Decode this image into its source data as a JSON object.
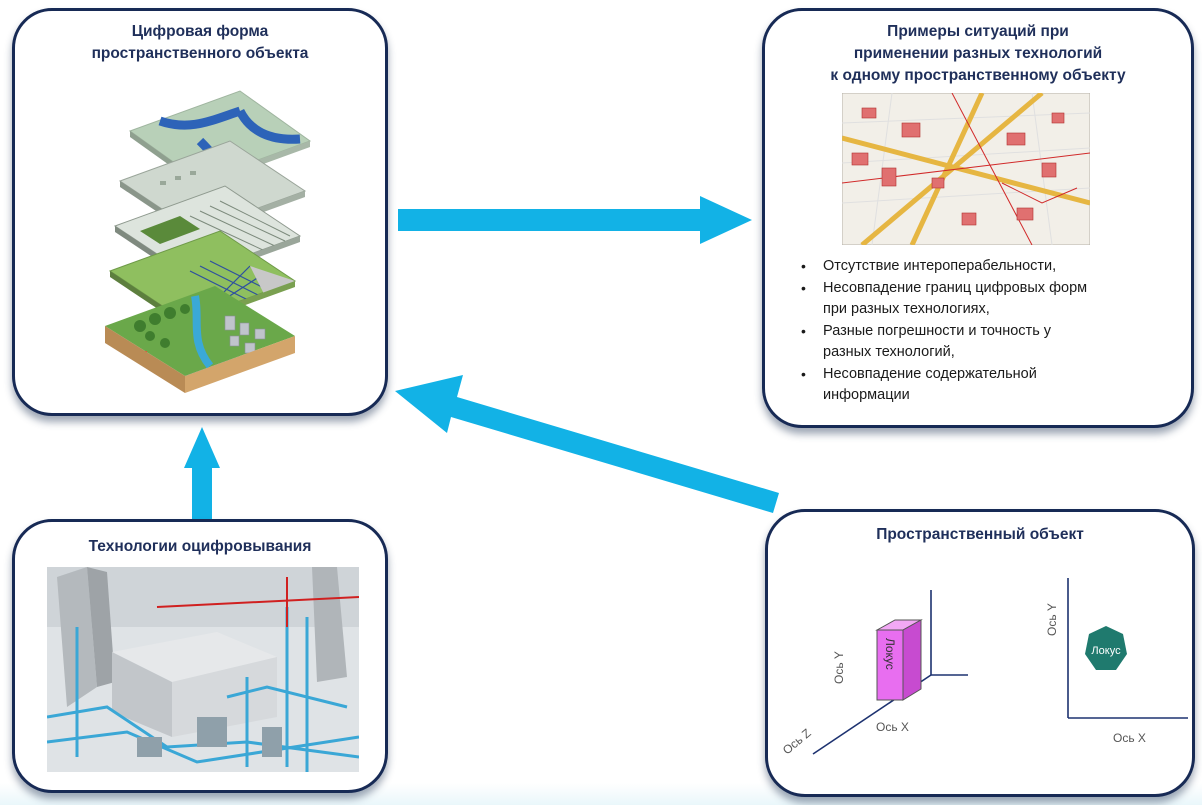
{
  "digital_form": {
    "title_line1": "Цифровая форма",
    "title_line2": "пространственного объекта"
  },
  "examples": {
    "title_line1": "Примеры ситуаций при",
    "title_line2": "применении разных технологий",
    "title_line3": "к одному пространственному объекту",
    "bullets": [
      {
        "line1": "Отсутствие интероперабельности,",
        "line2": ""
      },
      {
        "line1": "Несовпадение границ цифровых форм",
        "line2": "при разных технологиях,"
      },
      {
        "line1": "Разные погрешности и точность у",
        "line2": "разных технологий,"
      },
      {
        "line1": "Несовпадение содержательной",
        "line2": "информации"
      }
    ]
  },
  "tech": {
    "title": "Технологии оцифровывания"
  },
  "spatial_object": {
    "title": "Пространственный объект",
    "left_axis_y": "Ось Y",
    "left_axis_x": "Ось X",
    "left_axis_z": "Ось Z",
    "left_locus": "Локус",
    "right_axis_y": "Ось Y",
    "right_axis_x": "Ось X",
    "right_locus": "Локус"
  },
  "colors": {
    "box_border": "#172a55",
    "title_text": "#1f2f5a",
    "arrow": "#12b2e6",
    "locus_cube": "#e86ef0",
    "locus_heptagon": "#1f7a6e"
  },
  "icons": {
    "layers": "layered-terrain-illustration",
    "city_map": "city-map-thumbnail",
    "plant_model": "industrial-3d-model-thumbnail"
  }
}
